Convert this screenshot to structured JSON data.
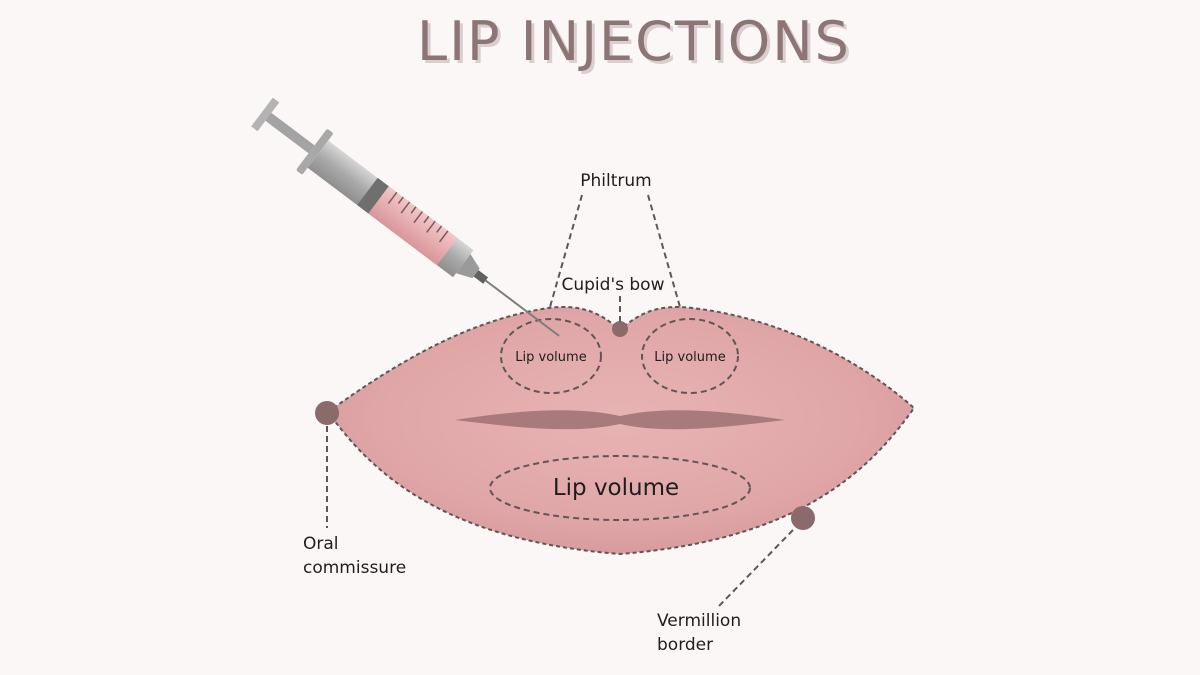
{
  "title": "LIP INJECTIONS",
  "labels": {
    "philtrum": "Philtrum",
    "cupids_bow": "Cupid's bow",
    "lip_volume_upper_left": "Lip volume",
    "lip_volume_upper_right": "Lip volume",
    "lip_volume_lower": "Lip volume",
    "oral_commissure_line1": "Oral",
    "oral_commissure_line2": "commissure",
    "vermillion_line1": "Vermillion",
    "vermillion_line2": "border"
  },
  "colors": {
    "background": "#fbf7f6",
    "lip_fill": "#e2a9a9",
    "lip_mouth_line": "#a87a7b",
    "marker": "#8a6a6b",
    "title": "#8d7576",
    "syringe_fluid": "#eab0b3",
    "syringe_barrel": "#b9b9b9"
  }
}
